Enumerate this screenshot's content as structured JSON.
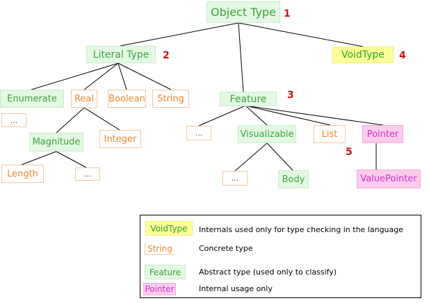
{
  "nodes": {
    "object_type": "Object Type",
    "literal_type": "Literal Type",
    "void_type": "VoidType",
    "enumerate": "Enumerate",
    "real": "Real",
    "boolean": "Boolean",
    "string": "String",
    "feature": "Feature",
    "enumerate_more": "...",
    "magnitude": "Magnitude",
    "integer": "Integer",
    "feature_more": "...",
    "visualizable": "Visualizable",
    "list": "List",
    "pointer": "Pointer",
    "length": "Length",
    "magnitude_more": "...",
    "visualizable_more": "...",
    "body": "Body",
    "value_pointer": "ValuePointer"
  },
  "badges": {
    "object_type": "1",
    "literal_type": "2",
    "feature": "3",
    "void_type": "4",
    "pointer": "5"
  },
  "legend": {
    "items": [
      {
        "sample": "VoidType",
        "description": "Internals used only for type checking in the language"
      },
      {
        "sample": "String",
        "description": "Concrete type"
      },
      {
        "sample": "Feature",
        "description": "Abstract type (used only to classify)"
      },
      {
        "sample": "Pointer",
        "description": "Internal usage only"
      }
    ]
  },
  "colors": {
    "abstract_fill": "#e3f9e3",
    "abstract_text": "#3fa33f",
    "concrete_border": "#f5c6a0",
    "concrete_text": "#ee8833",
    "void_fill": "#ffff99",
    "internal_fill": "#ffccee",
    "internal_text": "#cc33cc",
    "badge": "#d01010"
  }
}
